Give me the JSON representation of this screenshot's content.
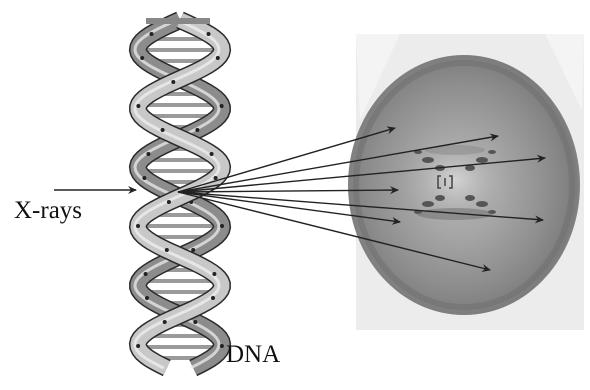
{
  "labels": {
    "xrays": "X-rays",
    "dna": "DNA"
  },
  "colors": {
    "strand_dark": "#3c3c3c",
    "strand_light": "#d2d2d2",
    "rung": "#9a9a9a",
    "arrow": "#222222",
    "film_bg": "#ededed",
    "film_disc": "#8a8a8a"
  },
  "diagram": {
    "incident_beam_count": 1,
    "diffracted_beam_count": 7
  }
}
